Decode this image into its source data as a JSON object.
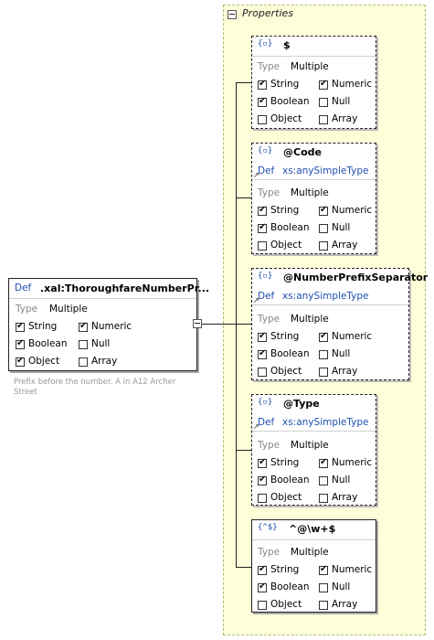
{
  "properties_panel": {
    "title": "Properties"
  },
  "root": {
    "def_label": "Def",
    "name": ".xal:ThoroughfareNumberPr...",
    "type_label": "Type",
    "type_value": "Multiple",
    "options": {
      "string": "String",
      "numeric": "Numeric",
      "boolean": "Boolean",
      "null": "Null",
      "object": "Object",
      "array": "Array"
    },
    "description": "Prefix before the number. A in A12 Archer Street"
  },
  "cards": [
    {
      "icon": "{▫}",
      "name": "$",
      "type_label": "Type",
      "type_value": "Multiple",
      "options": {
        "string": "String",
        "numeric": "Numeric",
        "boolean": "Boolean",
        "null": "Null",
        "object": "Object",
        "array": "Array"
      }
    },
    {
      "icon": "{▫}",
      "name": "@Code",
      "def_label": "Def",
      "def_type": "xs:anySimpleType",
      "type_label": "Type",
      "type_value": "Multiple",
      "options": {
        "string": "String",
        "numeric": "Numeric",
        "boolean": "Boolean",
        "null": "Null",
        "object": "Object",
        "array": "Array"
      }
    },
    {
      "icon": "{▫}",
      "name": "@NumberPrefixSeparator",
      "def_label": "Def",
      "def_type": "xs:anySimpleType",
      "type_label": "Type",
      "type_value": "Multiple",
      "options": {
        "string": "String",
        "numeric": "Numeric",
        "boolean": "Boolean",
        "null": "Null",
        "object": "Object",
        "array": "Array"
      }
    },
    {
      "icon": "{▫}",
      "name": "@Type",
      "def_label": "Def",
      "def_type": "xs:anySimpleType",
      "type_label": "Type",
      "type_value": "Multiple",
      "options": {
        "string": "String",
        "numeric": "Numeric",
        "boolean": "Boolean",
        "null": "Null",
        "object": "Object",
        "array": "Array"
      }
    },
    {
      "icon": "{^$}",
      "name": "^@\\w+$",
      "type_label": "Type",
      "type_value": "Multiple",
      "options": {
        "string": "String",
        "numeric": "Numeric",
        "boolean": "Boolean",
        "null": "Null",
        "object": "Object",
        "array": "Array"
      }
    }
  ]
}
